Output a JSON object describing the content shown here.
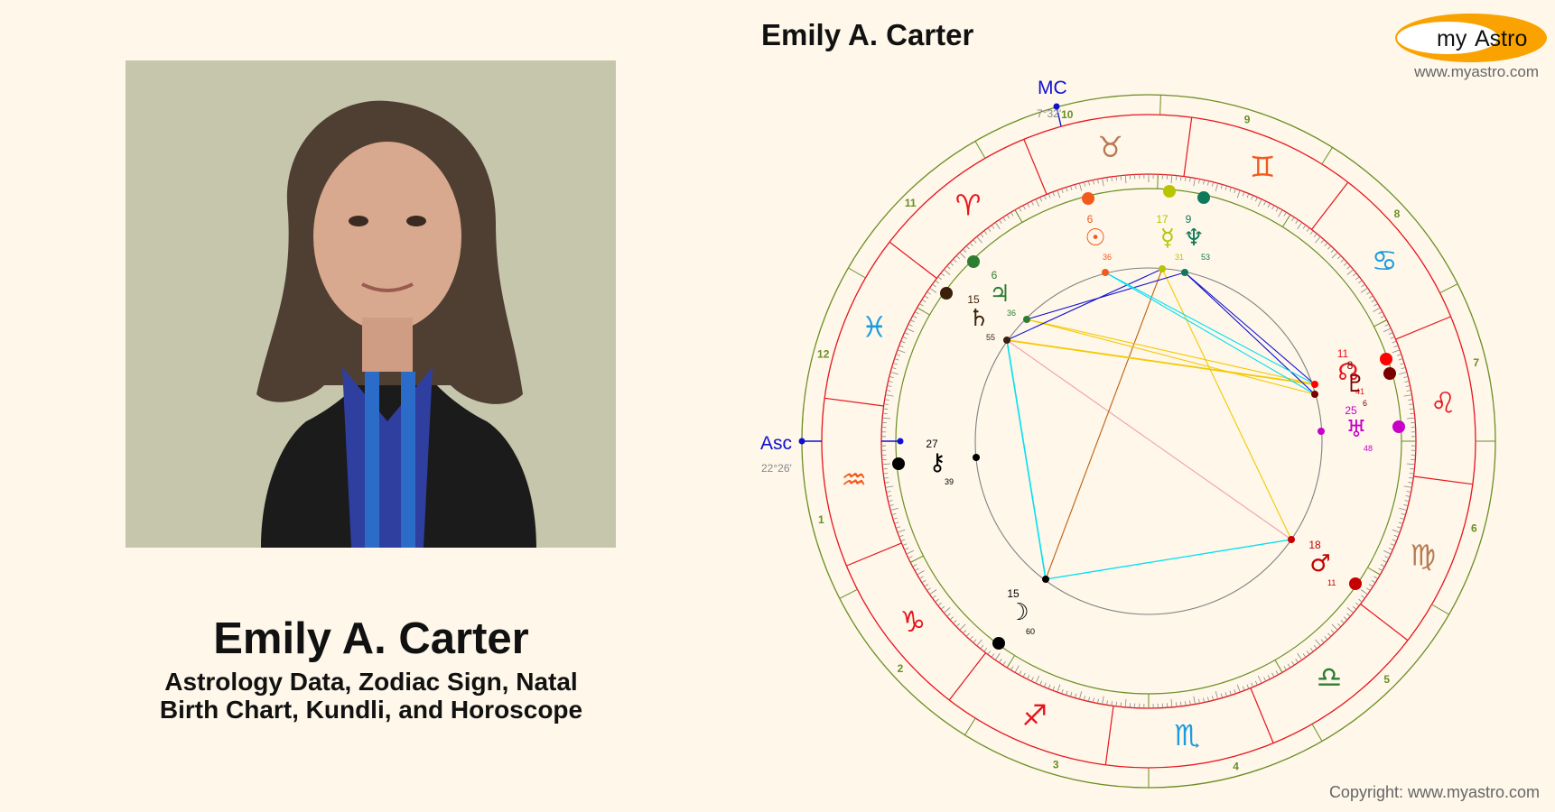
{
  "person": {
    "name": "Emily A. Carter",
    "subtitle_line1": "Astrology Data, Zodiac Sign, Natal",
    "subtitle_line2": "Birth Chart, Kundli, and Horoscope"
  },
  "chart_header": {
    "title": "Emily A. Carter"
  },
  "brand": {
    "logo_text_my": "my",
    "logo_text_astro": "Astro",
    "url": "www.myastro.com",
    "copyright": "Copyright: www.myastro.com",
    "logo_color": "#f9a200"
  },
  "chart_data": {
    "type": "natal-wheel",
    "title": "Emily A. Carter",
    "angles": {
      "asc": {
        "label": "Asc",
        "degree_text": "22°26'"
      },
      "mc": {
        "label": "MC",
        "degree_text": "7°32'"
      }
    },
    "houses": [
      "1",
      "2",
      "3",
      "4",
      "5",
      "6",
      "7",
      "8",
      "9",
      "10",
      "11",
      "12"
    ],
    "signs": [
      {
        "name": "Aries",
        "glyph": "♈",
        "color": "#e8141c"
      },
      {
        "name": "Taurus",
        "glyph": "♉",
        "color": "#b87a52"
      },
      {
        "name": "Gemini",
        "glyph": "♊",
        "color": "#f25a1c"
      },
      {
        "name": "Cancer",
        "glyph": "♋",
        "color": "#1a9be0"
      },
      {
        "name": "Leo",
        "glyph": "♌",
        "color": "#e8141c"
      },
      {
        "name": "Virgo",
        "glyph": "♍",
        "color": "#b87a52"
      },
      {
        "name": "Libra",
        "glyph": "♎",
        "color": "#2e7d32"
      },
      {
        "name": "Scorpio",
        "glyph": "♏",
        "color": "#1a9be0"
      },
      {
        "name": "Sagittarius",
        "glyph": "♐",
        "color": "#e8141c"
      },
      {
        "name": "Capricorn",
        "glyph": "♑",
        "color": "#e8141c"
      },
      {
        "name": "Aquarius",
        "glyph": "♒",
        "color": "#f25a1c"
      },
      {
        "name": "Pisces",
        "glyph": "♓",
        "color": "#1a9be0"
      }
    ],
    "planets": [
      {
        "name": "Sun",
        "glyph": "☉",
        "deg": "6",
        "min": "36",
        "color": "#f25a1c"
      },
      {
        "name": "Mercury",
        "glyph": "☿",
        "deg": "17",
        "min": "31",
        "color": "#b8c400"
      },
      {
        "name": "Neptune",
        "glyph": "♆",
        "deg": "9",
        "min": "53",
        "color": "#0f7a5a"
      },
      {
        "name": "Jupiter",
        "glyph": "♃",
        "deg": "6",
        "min": "36",
        "color": "#2e7d32"
      },
      {
        "name": "Saturn",
        "glyph": "♄",
        "deg": "15",
        "min": "55",
        "color": "#3b1f0a"
      },
      {
        "name": "Chiron",
        "glyph": "⚷",
        "deg": "27",
        "min": "39",
        "color": "#000000"
      },
      {
        "name": "Moon",
        "glyph": "☽",
        "deg": "15",
        "min": "60",
        "color": "#000000"
      },
      {
        "name": "Mars",
        "glyph": "♂",
        "deg": "18",
        "min": "11",
        "color": "#c40000"
      },
      {
        "name": "Uranus",
        "glyph": "♅",
        "deg": "25",
        "min": "48",
        "color": "#c800c8"
      },
      {
        "name": "North Node",
        "glyph": "☊",
        "deg": "11",
        "min": "41",
        "color": "#e8141c"
      },
      {
        "name": "Pluto",
        "glyph": "♇",
        "deg": "8",
        "min": "6",
        "color": "#7a0000"
      }
    ],
    "aspect_line_colors": {
      "trine": "#f5c800",
      "square": "#00e0f0",
      "sextile": "#1010d0",
      "quincunx": "#c06010",
      "opposition": "#f0a0b0"
    },
    "ring_colors": {
      "zodiac": "#e8141c",
      "house": "#6b8e23",
      "degree_ticks": "#808080"
    }
  }
}
